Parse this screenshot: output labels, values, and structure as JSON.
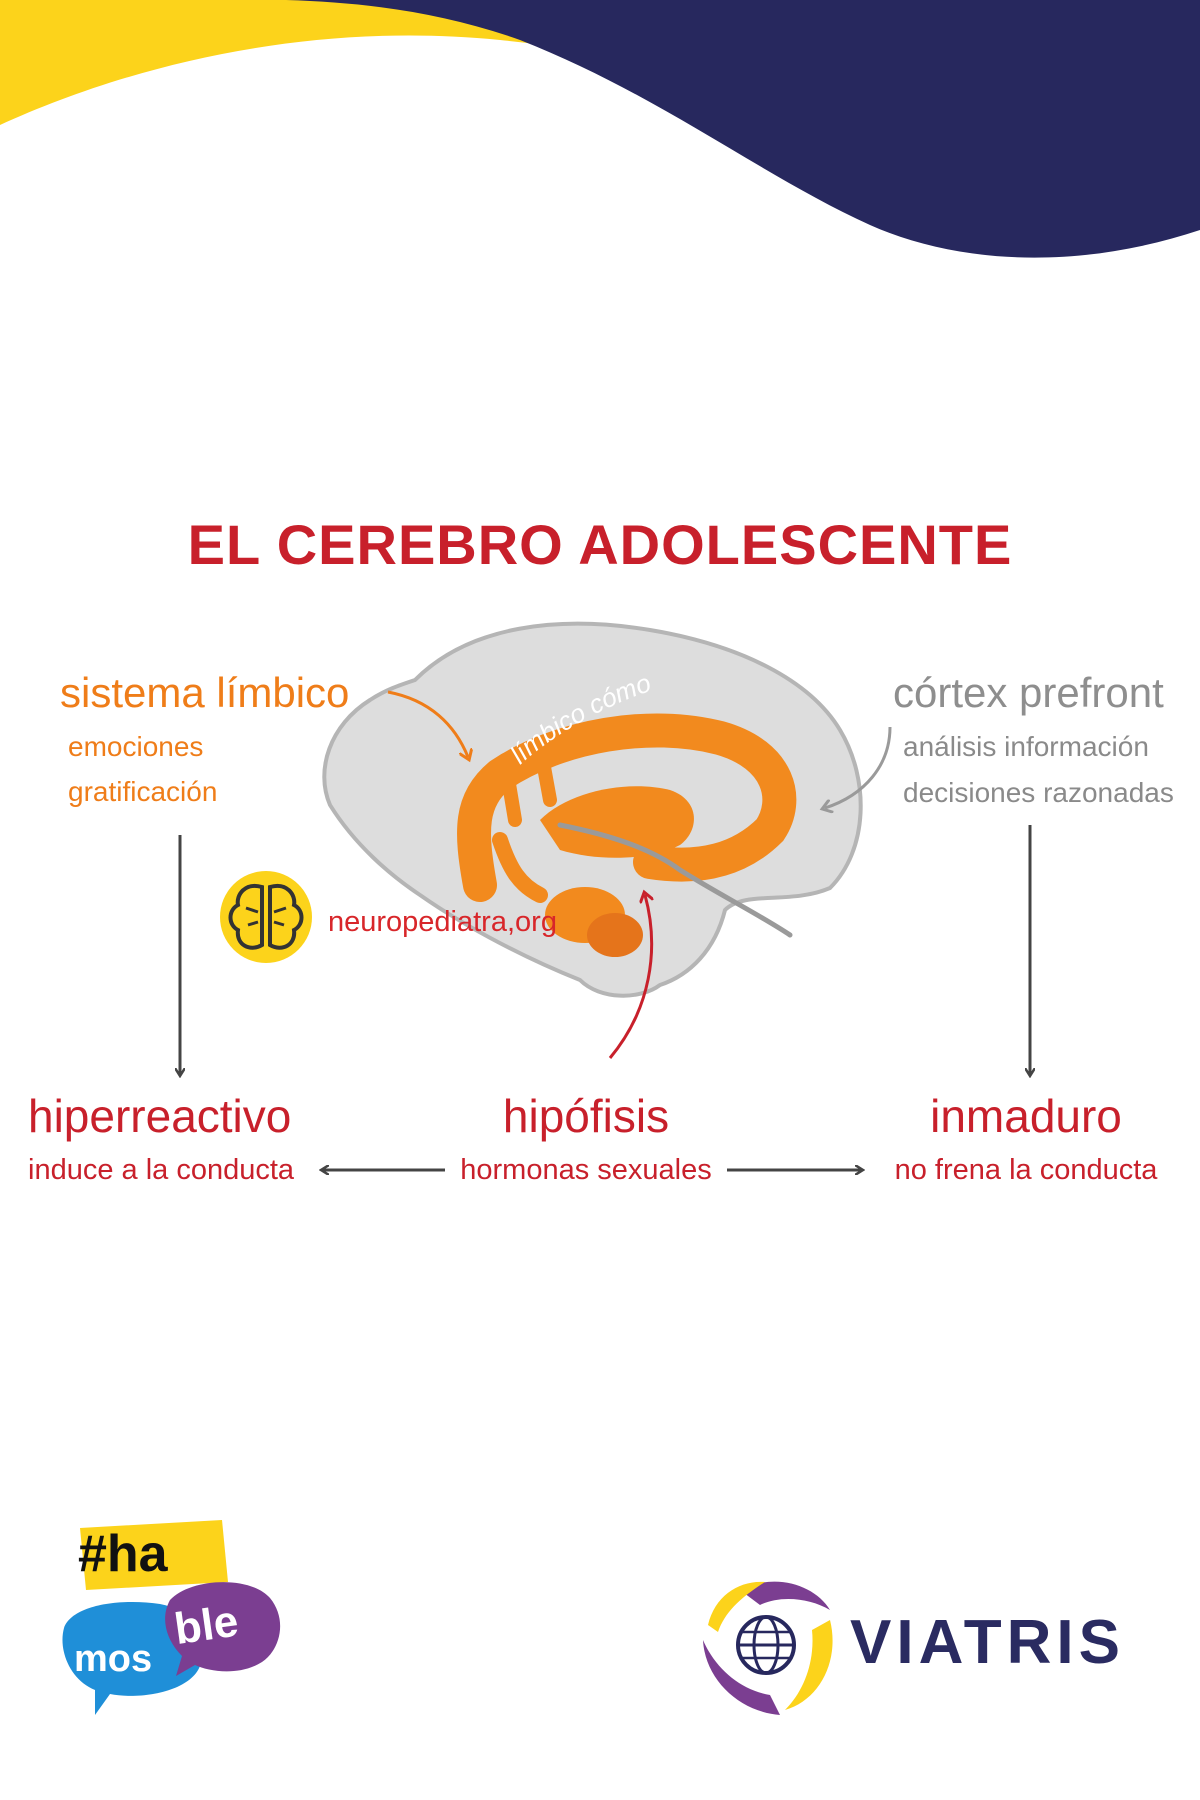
{
  "title": "EL CEREBRO ADOLESCENTE",
  "limbic": {
    "title": "sistema límbico",
    "line1": "emociones",
    "line2": "gratificación",
    "curved_label": "límbico cómo"
  },
  "cortex": {
    "title": "córtex prefront",
    "line1": "análisis información",
    "line2": "decisiones razonadas"
  },
  "hyper": {
    "title": "hiperreactivo",
    "sub": "induce a la conducta"
  },
  "hypophysis": {
    "title": "hipófisis",
    "sub": "hormonas sexuales"
  },
  "immature": {
    "title": "inmaduro",
    "sub": "no frena la conducta"
  },
  "watermark": "neuropediatra,org",
  "logos": {
    "hashtag": "#ha",
    "mos": "mos",
    "ble": "ble",
    "viatris": "VIATRIS"
  },
  "icons": [
    "brain-icon",
    "globe-icon"
  ],
  "colors": {
    "navy": "#27285e",
    "yellow": "#fcd31b",
    "red": "#c8202b",
    "orange": "#f28a1e",
    "brain_gray": "#dddddd",
    "purple": "#7b3e91",
    "blue": "#1f8fd8"
  }
}
